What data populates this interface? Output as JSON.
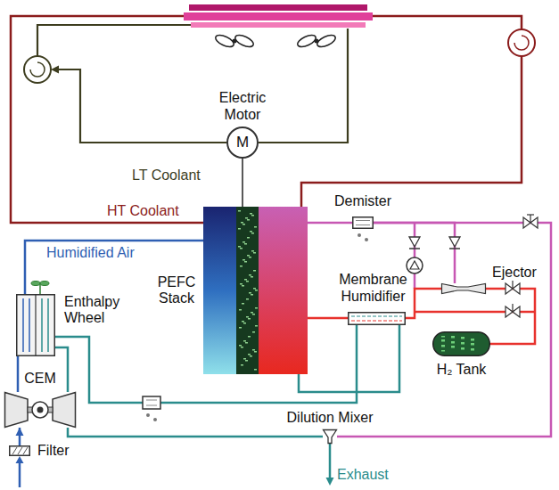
{
  "diagram": {
    "nodes": [
      {
        "text": [
          "Electric Motor",
          "M"
        ]
      },
      {
        "text": [
          "Demister"
        ]
      },
      {
        "text": [
          "PEFC Stack"
        ]
      },
      {
        "text": [
          "Membrane Humidifier"
        ]
      },
      {
        "text": [
          "Ejector"
        ]
      },
      {
        "text": [
          "Enthalpy Wheel"
        ]
      },
      {
        "text": [
          "H₂ Tank"
        ]
      },
      {
        "text": [
          "CEM"
        ]
      },
      {
        "text": [
          "Dilution Mixer"
        ]
      },
      {
        "text": [
          "Filter"
        ]
      }
    ],
    "edges": [
      {
        "from": 0,
        "to": 2,
        "arrow": "none"
      },
      {
        "from": 7,
        "to": 5,
        "arrow": "none"
      },
      {
        "from": 5,
        "to": 2,
        "label": "Humidified Air",
        "arrow": "none"
      },
      {
        "from": 2,
        "to": 1,
        "arrow": "none"
      },
      {
        "from": 1,
        "to": 4,
        "arrow": "none"
      },
      {
        "from": 6,
        "to": 4,
        "arrow": "none"
      },
      {
        "from": 4,
        "to": 3,
        "arrow": "none"
      },
      {
        "from": 3,
        "to": 2,
        "arrow": "none"
      },
      {
        "from": 2,
        "to": 3,
        "arrow": "none"
      },
      {
        "from": 3,
        "to": 5,
        "arrow": "none"
      },
      {
        "from": 5,
        "to": 7,
        "arrow": "none"
      },
      {
        "from": 7,
        "to": 8,
        "arrow": "none"
      },
      {
        "from": 1,
        "to": 8,
        "arrow": "none"
      },
      {
        "from": 9,
        "to": 7,
        "arrow": "to"
      }
    ],
    "labels": [
      "LT Coolant",
      "HT Coolant",
      "Exhaust"
    ]
  }
}
